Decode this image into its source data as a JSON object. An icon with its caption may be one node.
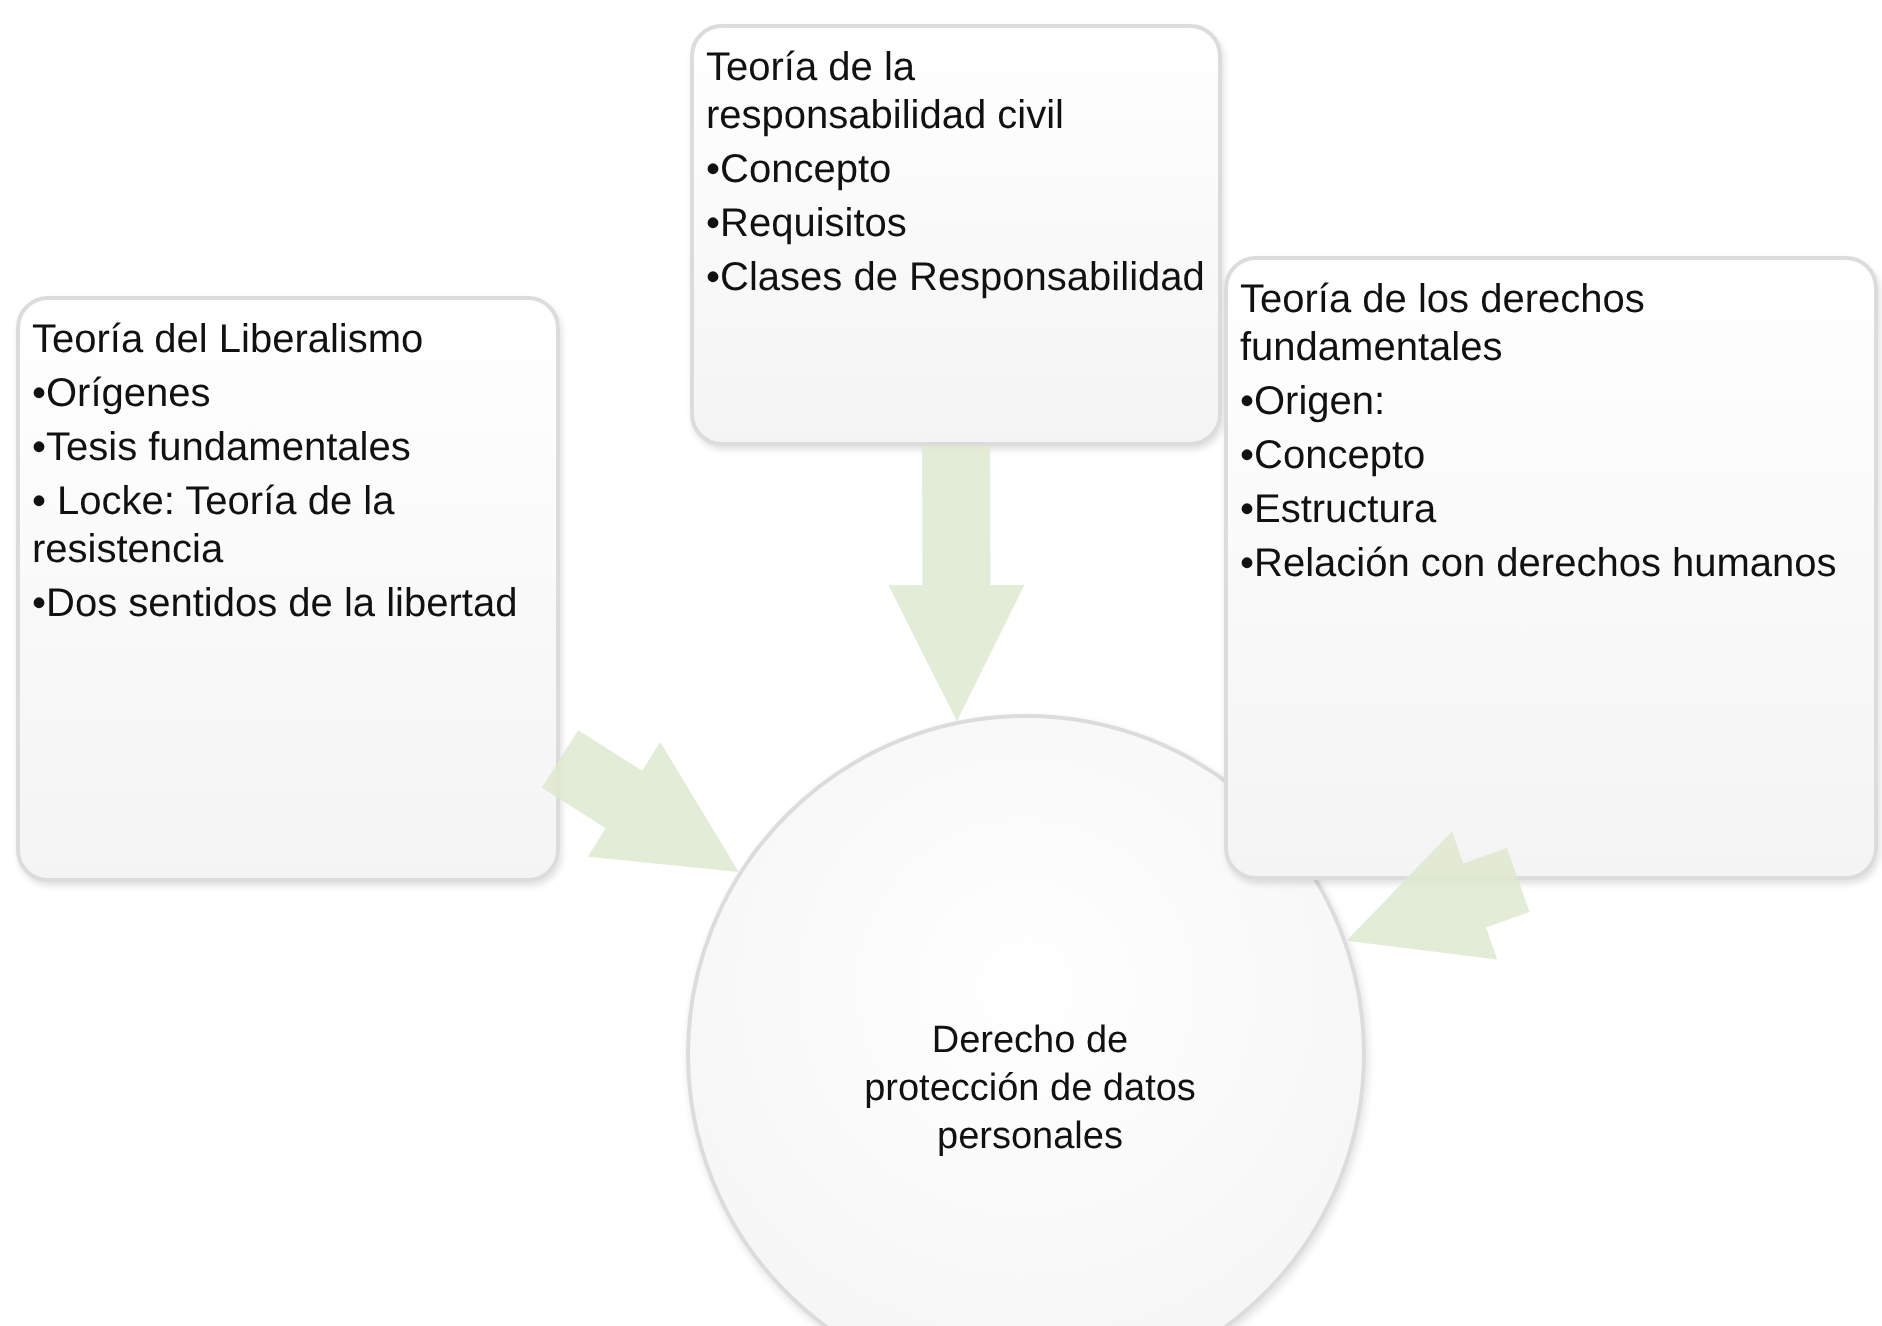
{
  "diagram": {
    "nodes": [
      {
        "text": [
          "Teoría del Liberalismo",
          "•Orígenes",
          "•Tesis fundamentales",
          "• Locke: Teoría de la resistencia",
          "•Dos sentidos de la libertad"
        ]
      },
      {
        "text": [
          "Teoría de la responsabilidad civil",
          "•Concepto",
          "•Requisitos",
          "•Clases de Responsabilidad"
        ]
      },
      {
        "text": [
          "Teoría de los derechos fundamentales",
          "•Origen:",
          "•Concepto",
          "•Estructura",
          "•Relación con derechos humanos"
        ]
      },
      {
        "text": [
          "Derecho de protección de datos personales"
        ]
      }
    ],
    "edges": [
      {
        "from": 0,
        "to": 3,
        "arrow": "to"
      },
      {
        "from": 1,
        "to": 3,
        "arrow": "to"
      },
      {
        "from": 2,
        "to": 3,
        "arrow": "to"
      }
    ]
  }
}
